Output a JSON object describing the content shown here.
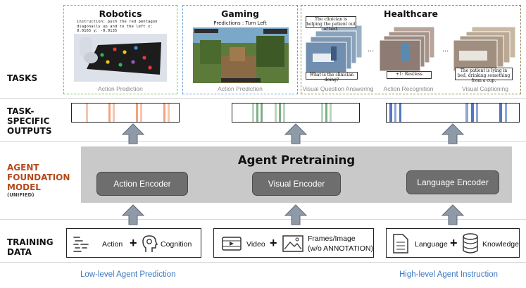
{
  "rows": {
    "tasks": "TASKS",
    "outputs_line1": "TASK-",
    "outputs_line2": "SPECIFIC",
    "outputs_line3": "OUTPUTS",
    "model_line1": "AGENT",
    "model_line2": "FOUNDATION",
    "model_line3": "MODEL",
    "model_sub": "(UNIFIED)",
    "data_line1": "TRAINING",
    "data_line2": "DATA"
  },
  "panels": {
    "robotics": {
      "title": "Robotics",
      "instruction": "instruction: push the red pentagon diagonally up and to the left x: 0.0165 y: -0.0135",
      "caption": "Action Prediction"
    },
    "gaming": {
      "title": "Gaming",
      "prediction": "Predictions : Turn Left",
      "caption": "Action Prediction"
    },
    "healthcare": {
      "title": "Healthcare",
      "bubble_top": "The clinician is helping the patient out of bed.",
      "bubble_vqa": "What is the clinician doing?",
      "bubble_restless": "+1: Restless",
      "bubble_caption": "The patient is lying in bed, drinking something from a cup.",
      "caption_vqa": "Visual Question Answering",
      "caption_ar": "Action Recognition",
      "caption_vc": "Visual Captioning",
      "ellipsis": "..."
    }
  },
  "model": {
    "title": "Agent Pretraining",
    "encoders": [
      "Action Encoder",
      "Visual Encoder",
      "Language Encoder"
    ]
  },
  "training_data": {
    "box1": {
      "a": "Action",
      "b": "Cognition"
    },
    "box2": {
      "a": "Video",
      "b_line1": "Frames/Image",
      "b_line2": "(w/o ANNOTATION)"
    },
    "box3": {
      "a": "Language",
      "b": "Knowledge"
    },
    "plus": "+"
  },
  "footer": {
    "left": "Low-level Agent Prediction",
    "right": "High-level Agent Instruction"
  },
  "colors": {
    "robotics_border": "#7dbb6a",
    "gaming_border": "#6a9fd4",
    "healthcare_border": "#8a8a5a",
    "strip_orange": "#f0a57e",
    "strip_green": "#7fae86",
    "strip_blue": "#5577c0",
    "model_label": "#b24a1c",
    "footer": "#3a78c2"
  }
}
